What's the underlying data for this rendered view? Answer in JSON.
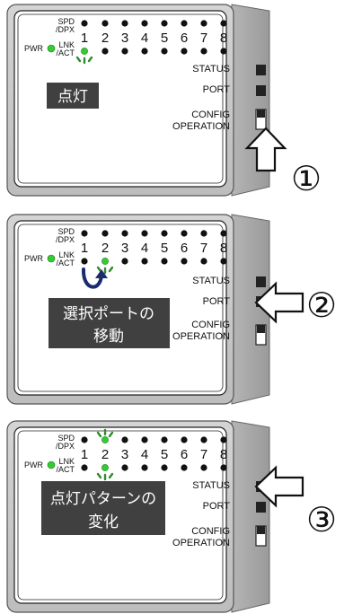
{
  "ports": [
    "1",
    "2",
    "3",
    "4",
    "5",
    "6",
    "7",
    "8"
  ],
  "labels": {
    "spd": "SPD",
    "dpx": "/DPX",
    "pwr": "PWR",
    "lnk": "LNK",
    "act": "/ACT",
    "status": "STATUS",
    "port": "PORT",
    "config": "CONFIG",
    "operation": "OPERATION"
  },
  "steps": [
    {
      "number": "①",
      "callout": [
        "点灯"
      ]
    },
    {
      "number": "②",
      "callout": [
        "選択ポートの",
        "移動"
      ]
    },
    {
      "number": "③",
      "callout": [
        "点灯パターンの",
        "変化"
      ]
    }
  ],
  "colors": {
    "led_green": "#33cc33",
    "led_off": "#111111",
    "panel_fill": "#ffffff",
    "case_fill": "#c8c8c8",
    "callout_fill": "#404040",
    "curved_arrow": "#1a2b6e"
  }
}
